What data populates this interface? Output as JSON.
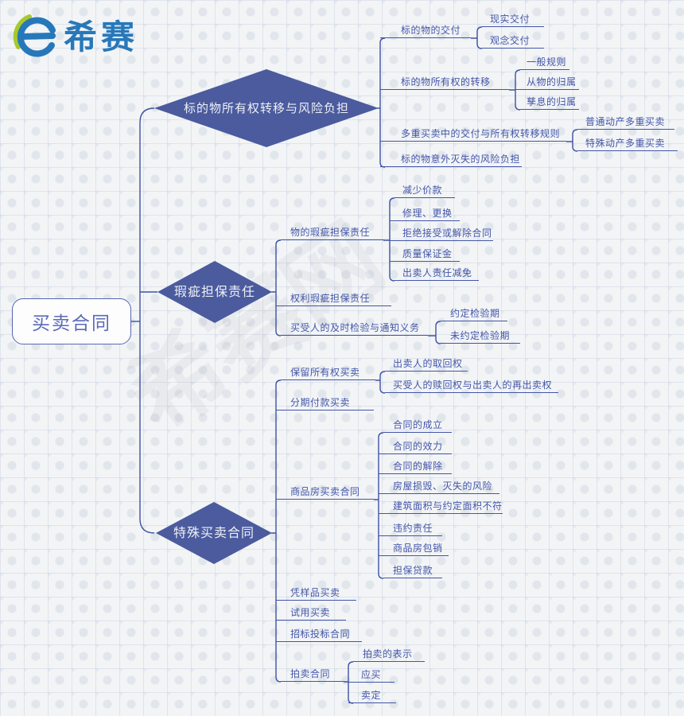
{
  "logo": {
    "brand": "希赛",
    "icon": "e-logo"
  },
  "watermark": {
    "text": "希赛网"
  },
  "colors": {
    "brand_blue": "#2778ba",
    "logo_green": "#a6c92c",
    "diamond_fill": "#4b5b9e",
    "line_blue": "#3f52a3",
    "node_text": "#4456a8",
    "diamond_text": "#eef0f6"
  },
  "root": {
    "label": "买卖合同"
  },
  "branches": [
    {
      "label": "标的物所有权转移与风险负担",
      "children": [
        {
          "label": "标的物的交付",
          "children": [
            {
              "label": "现实交付"
            },
            {
              "label": "观念交付"
            }
          ]
        },
        {
          "label": "标的物所有权的转移",
          "children": [
            {
              "label": "一般规则"
            },
            {
              "label": "从物的归属"
            },
            {
              "label": "孳息的归属"
            }
          ]
        },
        {
          "label": "多重买卖中的交付与所有权转移规则",
          "children": [
            {
              "label": "普通动产多重买卖"
            },
            {
              "label": "特殊动产多重买卖"
            }
          ]
        },
        {
          "label": "标的物意外灭失的风险负担"
        }
      ]
    },
    {
      "label": "瑕疵担保责任",
      "children": [
        {
          "label": "物的瑕疵担保责任",
          "children": [
            {
              "label": "减少价款"
            },
            {
              "label": "修理、更换"
            },
            {
              "label": "拒绝接受或解除合同"
            },
            {
              "label": "质量保证金"
            },
            {
              "label": "出卖人责任减免"
            }
          ]
        },
        {
          "label": "权利瑕疵担保责任"
        },
        {
          "label": "买受人的及时检验与通知义务",
          "children": [
            {
              "label": "约定检验期"
            },
            {
              "label": "未约定检验期"
            }
          ]
        }
      ]
    },
    {
      "label": "特殊买卖合同",
      "children": [
        {
          "label": "保留所有权买卖",
          "children": [
            {
              "label": "出卖人的取回权"
            },
            {
              "label": "买受人的赎回权与出卖人的再出卖权"
            }
          ]
        },
        {
          "label": "分期付款买卖"
        },
        {
          "label": "商品房买卖合同",
          "children": [
            {
              "label": "合同的成立"
            },
            {
              "label": "合同的效力"
            },
            {
              "label": "合同的解除"
            },
            {
              "label": "房屋损毁、灭失的风险"
            },
            {
              "label": "建筑面积与约定面积不符"
            },
            {
              "label": "违约责任"
            },
            {
              "label": "商品房包销"
            },
            {
              "label": "担保贷款"
            }
          ]
        },
        {
          "label": "凭样品买卖"
        },
        {
          "label": "试用买卖"
        },
        {
          "label": "招标投标合同"
        },
        {
          "label": "拍卖合同",
          "children": [
            {
              "label": "拍卖的表示"
            },
            {
              "label": "应买"
            },
            {
              "label": "卖定"
            }
          ]
        }
      ]
    }
  ]
}
